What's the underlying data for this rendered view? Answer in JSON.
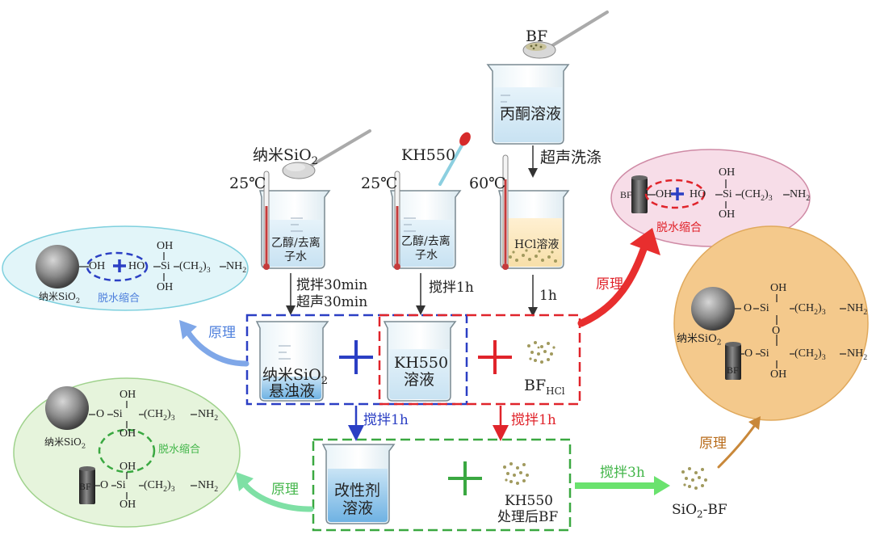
{
  "labels": {
    "bf_top": "BF",
    "acetone": "丙酮溶液",
    "ultrasonic_wash": "超声洗涤",
    "nano_sio2_spoon": "纳米SiO",
    "kh550_top": "KH550",
    "temp_25_a": "25℃",
    "temp_25_b": "25℃",
    "temp_60": "60℃",
    "ethanol_water_a1": "乙醇/去离",
    "ethanol_water_a2": "子水",
    "ethanol_water_b1": "乙醇/去离",
    "ethanol_water_b2": "子水",
    "hcl_solution": "HCl溶液",
    "stir_30min": "搅拌30min",
    "ultra_30min": "超声30min",
    "stir_1h_top": "搅拌1h",
    "time_1h": "1h",
    "nano_suspension1": "纳米SiO",
    "nano_suspension2": "悬浊液",
    "kh550_solution1": "KH550",
    "kh550_solution2": "溶液",
    "bf_hcl": "BF",
    "bf_hcl_sub": "HCl",
    "stir_1h_blue": "搅拌1h",
    "stir_1h_red": "搅拌1h",
    "modifier1": "改性剂",
    "modifier2": "溶液",
    "kh550_treated1": "KH550",
    "kh550_treated2": "处理后BF",
    "stir_3h": "搅拌3h",
    "product": "SiO",
    "product_suffix": "-BF",
    "principle_red": "原理",
    "principle_blue": "原理",
    "principle_green": "原理",
    "principle_brown": "原理",
    "dehydration": "脱水缩合",
    "nano_sio2_label": "纳米SiO",
    "bf_label": "BF",
    "oh": "OH",
    "ho": "HO",
    "si": "Si",
    "o": "O",
    "ch2_3_nh2": "(CH",
    "nh2": "NH",
    "sub_2": "2",
    "sub_3": "3"
  },
  "colors": {
    "blue_dash": "#2b3fc4",
    "red_dash": "#e0242b",
    "green_dash": "#3aa841",
    "pink_ellipse": "#f6dbe7",
    "cyan_ellipse": "#dff5f8",
    "green_ellipse": "#e4f3dc",
    "orange_ellipse": "#f3c98e"
  }
}
